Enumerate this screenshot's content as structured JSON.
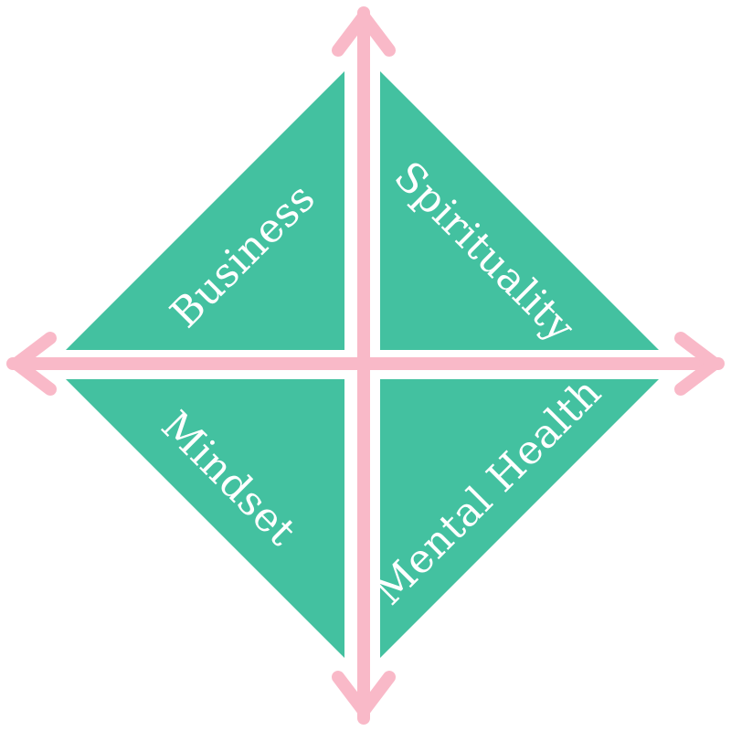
{
  "colors": {
    "background": "#ffffff",
    "quadrant_fill": "#43c1a0",
    "axis": "#f9b9c8",
    "label_text": "#ffffff"
  },
  "quadrants": {
    "top_left": {
      "label": "Business"
    },
    "top_right": {
      "label": "Spirituality"
    },
    "bottom_left": {
      "label": "Mindset"
    },
    "bottom_right": {
      "label": "Mental Health"
    }
  },
  "axes": {
    "vertical": {
      "arrowheads": [
        "arrow-up-icon",
        "arrow-down-icon"
      ]
    },
    "horizontal": {
      "arrowheads": [
        "arrow-left-icon",
        "arrow-right-icon"
      ]
    }
  }
}
